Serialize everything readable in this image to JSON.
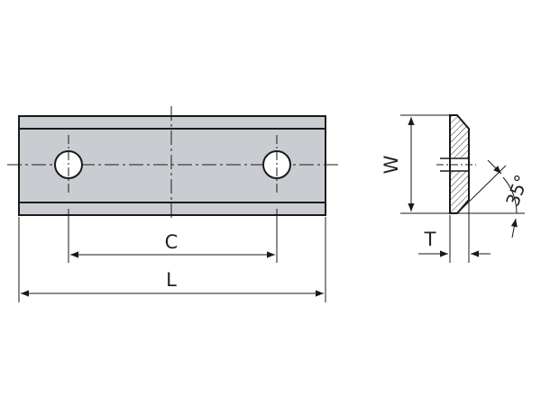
{
  "labels": {
    "c": "C",
    "l": "L",
    "w": "W",
    "t": "T",
    "angle": "35°"
  },
  "colors": {
    "body_fill": "#c9cdd1",
    "line": "#1a1a1a",
    "hatch": "#333333"
  }
}
